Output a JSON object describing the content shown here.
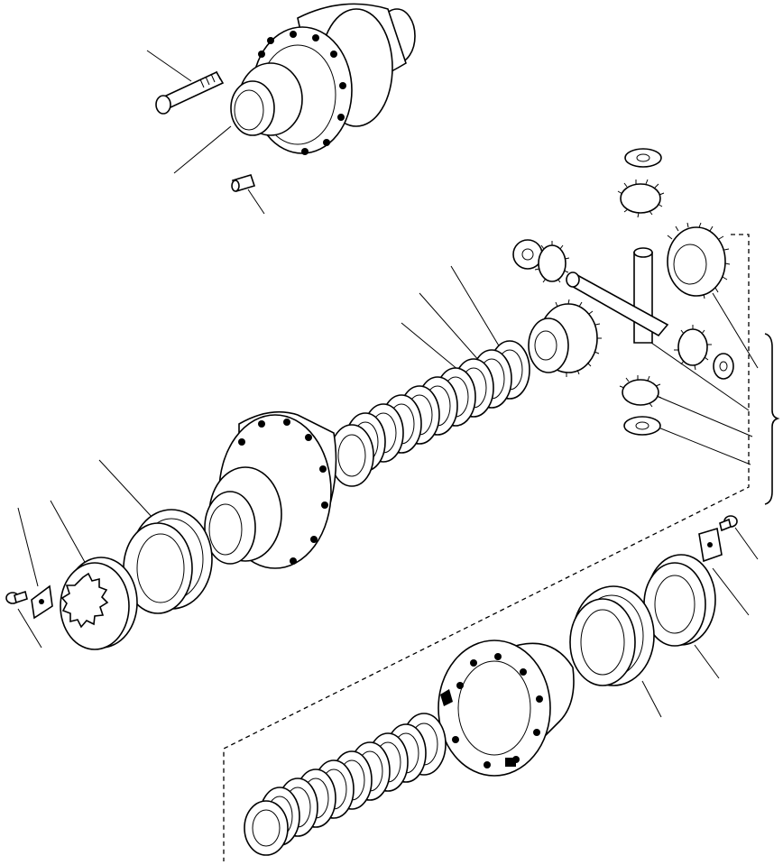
{
  "diagram": {
    "type": "exploded-parts-view",
    "labels": [],
    "parts": [
      "differential-case-assembly",
      "case-bolt",
      "case-bearing-cup",
      "dowel-pin",
      "thrust-washer-upper",
      "pinion-gear-upper",
      "side-gear-right",
      "thrust-washer-left",
      "pinion-gear-left",
      "spider-cross-shaft",
      "pinion-gear-right",
      "thrust-washer-right",
      "pinion-gear-lower",
      "thrust-washer-lower",
      "side-gear-left",
      "clutch-disc-pack-upper",
      "differential-case-half-left",
      "tapered-roller-bearing-left",
      "adjusting-nut-left",
      "lock-plate-left",
      "lock-bolt-left",
      "lock-bolt-right",
      "lock-plate-right",
      "adjusting-nut-right",
      "tapered-roller-bearing-right",
      "differential-case-half-right",
      "clutch-disc-pack-lower"
    ]
  }
}
